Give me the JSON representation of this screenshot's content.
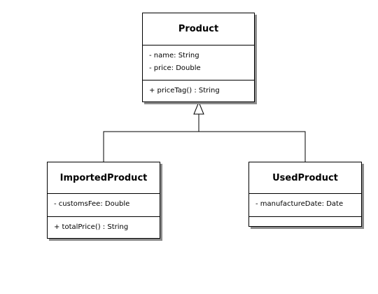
{
  "classes": {
    "product": {
      "name": "Product",
      "attributes": [
        "- name: String",
        "- price: Double"
      ],
      "operations": [
        "+ priceTag() : String"
      ]
    },
    "imported_product": {
      "name": "ImportedProduct",
      "attributes": [
        "- customsFee: Double"
      ],
      "operations": [
        "+ totalPrice() : String"
      ]
    },
    "used_product": {
      "name": "UsedProduct",
      "attributes": [
        "- manufactureDate: Date"
      ],
      "operations": []
    }
  },
  "relationships": [
    {
      "type": "generalization",
      "from": "ImportedProduct",
      "to": "Product"
    },
    {
      "type": "generalization",
      "from": "UsedProduct",
      "to": "Product"
    }
  ]
}
